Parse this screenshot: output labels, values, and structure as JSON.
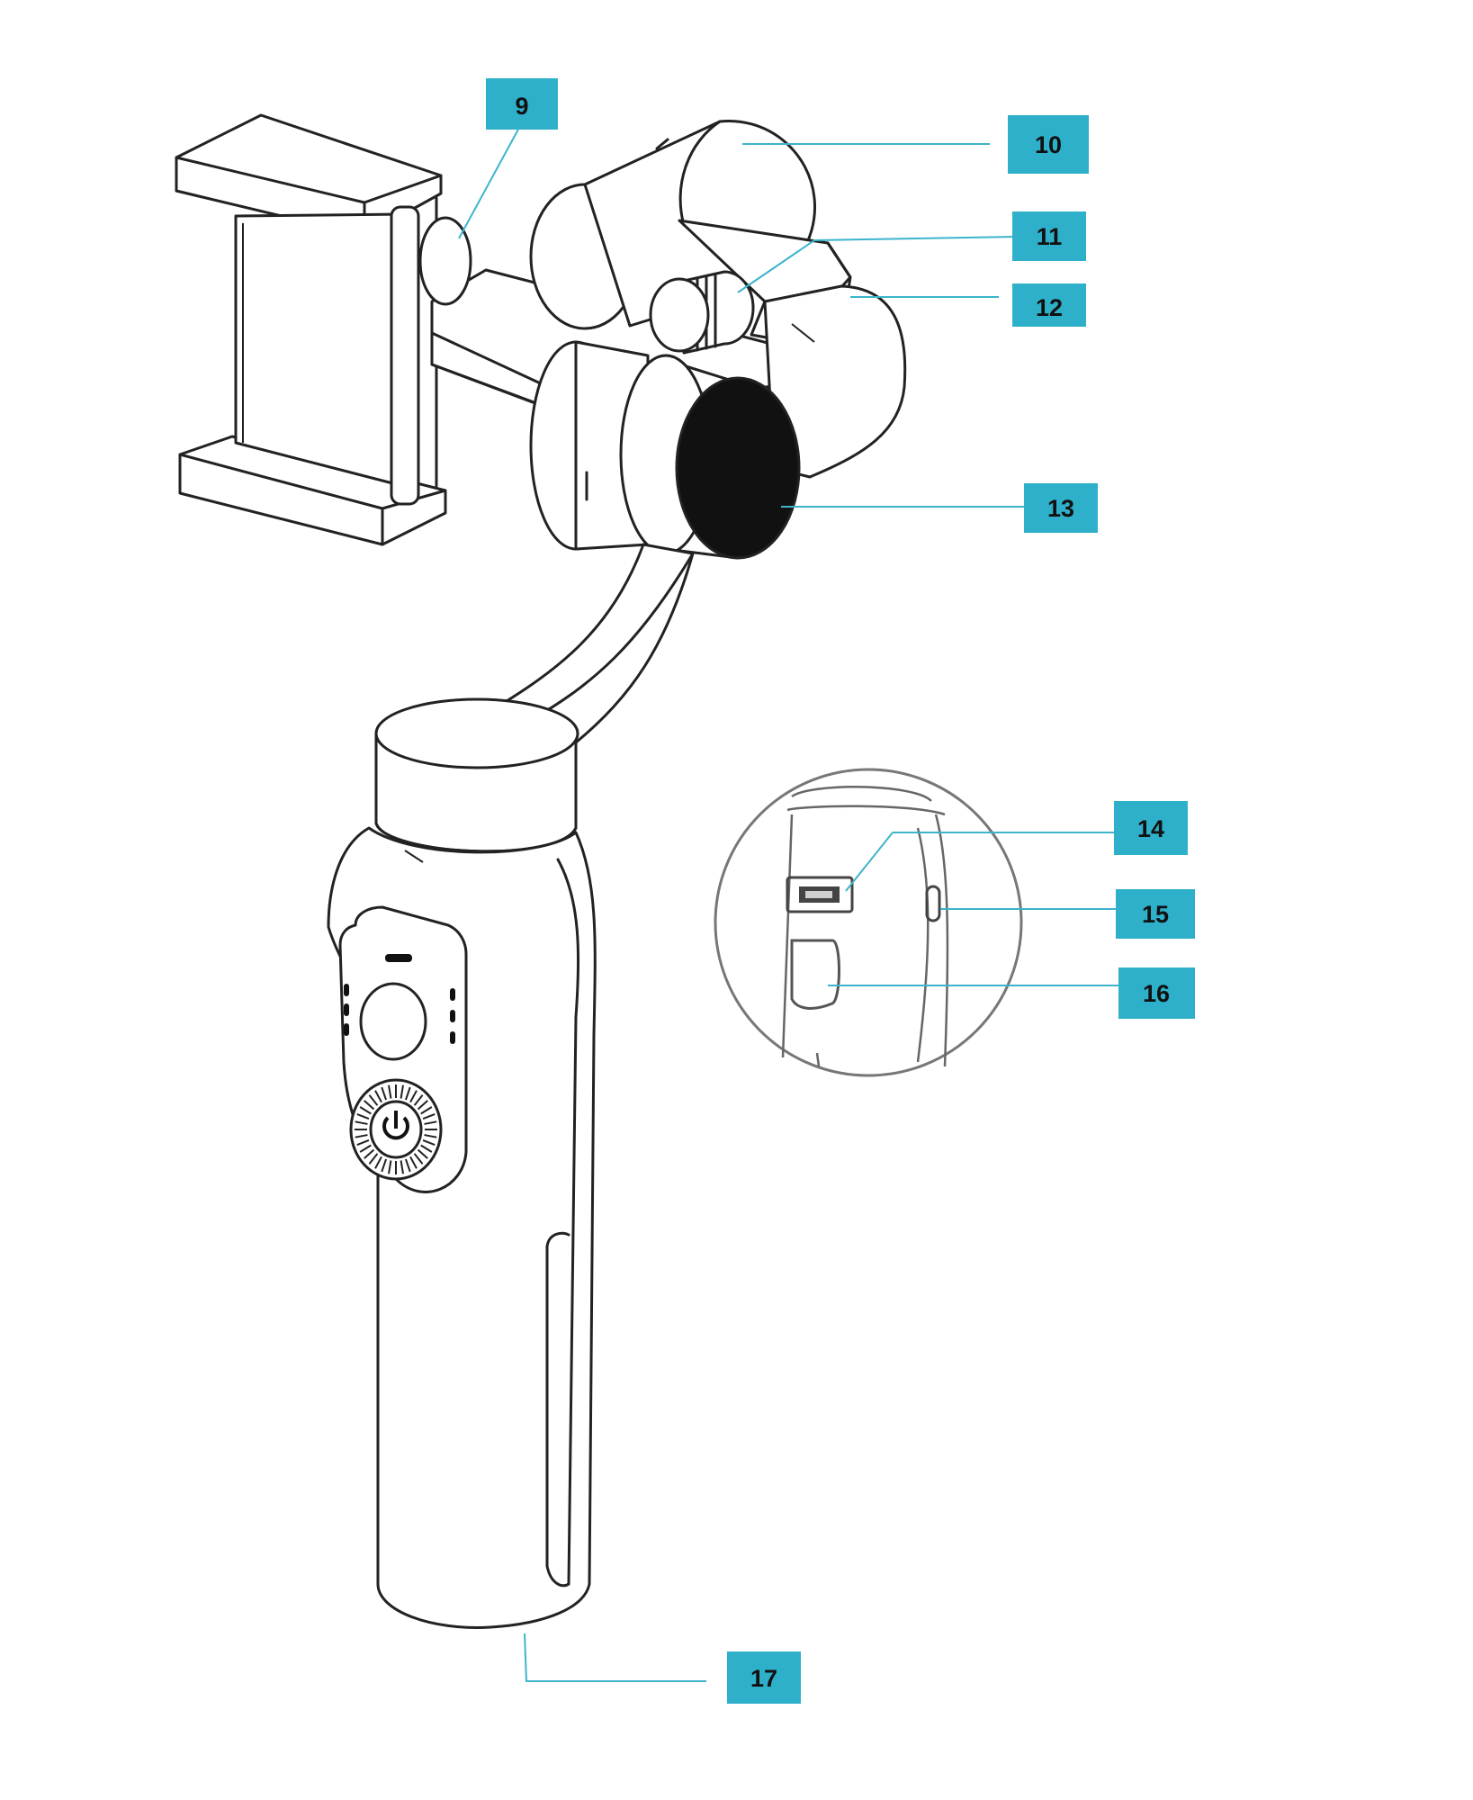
{
  "callouts": [
    {
      "id": "9",
      "label": "9",
      "color": "#2fb0ca"
    },
    {
      "id": "10",
      "label": "10",
      "color": "#2fb0ca"
    },
    {
      "id": "11",
      "label": "11",
      "color": "#2fb0ca"
    },
    {
      "id": "12",
      "label": "12",
      "color": "#2fb0ca"
    },
    {
      "id": "13",
      "label": "13",
      "color": "#2fb0ca"
    },
    {
      "id": "14",
      "label": "14",
      "color": "#2fb0ca"
    },
    {
      "id": "15",
      "label": "15",
      "color": "#2fb0ca"
    },
    {
      "id": "16",
      "label": "16",
      "color": "#2fb0ca"
    },
    {
      "id": "17",
      "label": "17",
      "color": "#2fb0ca"
    }
  ],
  "icons": {
    "power": "power-icon"
  }
}
